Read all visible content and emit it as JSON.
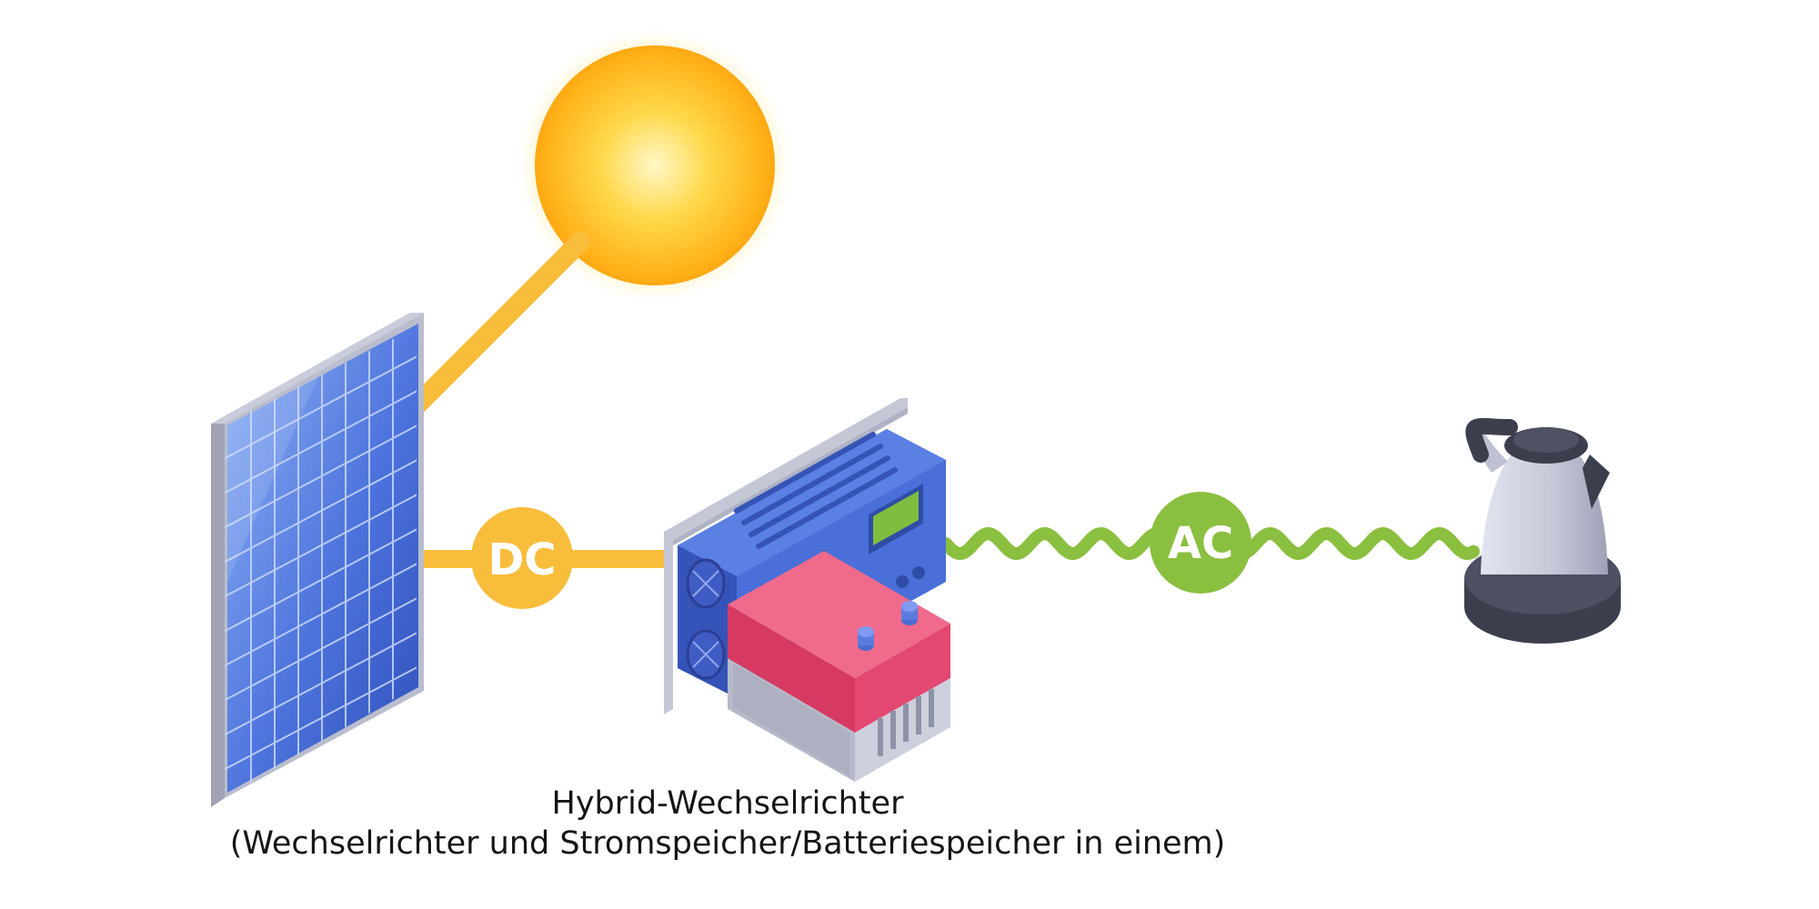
{
  "diagram": {
    "connectors": {
      "dc_label": "DC",
      "ac_label": "AC"
    },
    "caption": {
      "title": "Hybrid-Wechselrichter",
      "subtitle": "(Wechselrichter und Stromspeicher/Batteriespeicher in einem)"
    },
    "icons": [
      "sun-icon",
      "solar-panel-icon",
      "hybrid-inverter-icon",
      "battery-icon",
      "kettle-icon"
    ],
    "colors": {
      "dc_line": "#F9BD3C",
      "ac_line": "#8BBF3F",
      "sun_core": "#FFC21A",
      "panel_blue": "#3F64D0",
      "inverter_blue": "#4A6FD8",
      "battery_red": "#E4476E",
      "kettle_gray": "#C9CBDA"
    }
  }
}
